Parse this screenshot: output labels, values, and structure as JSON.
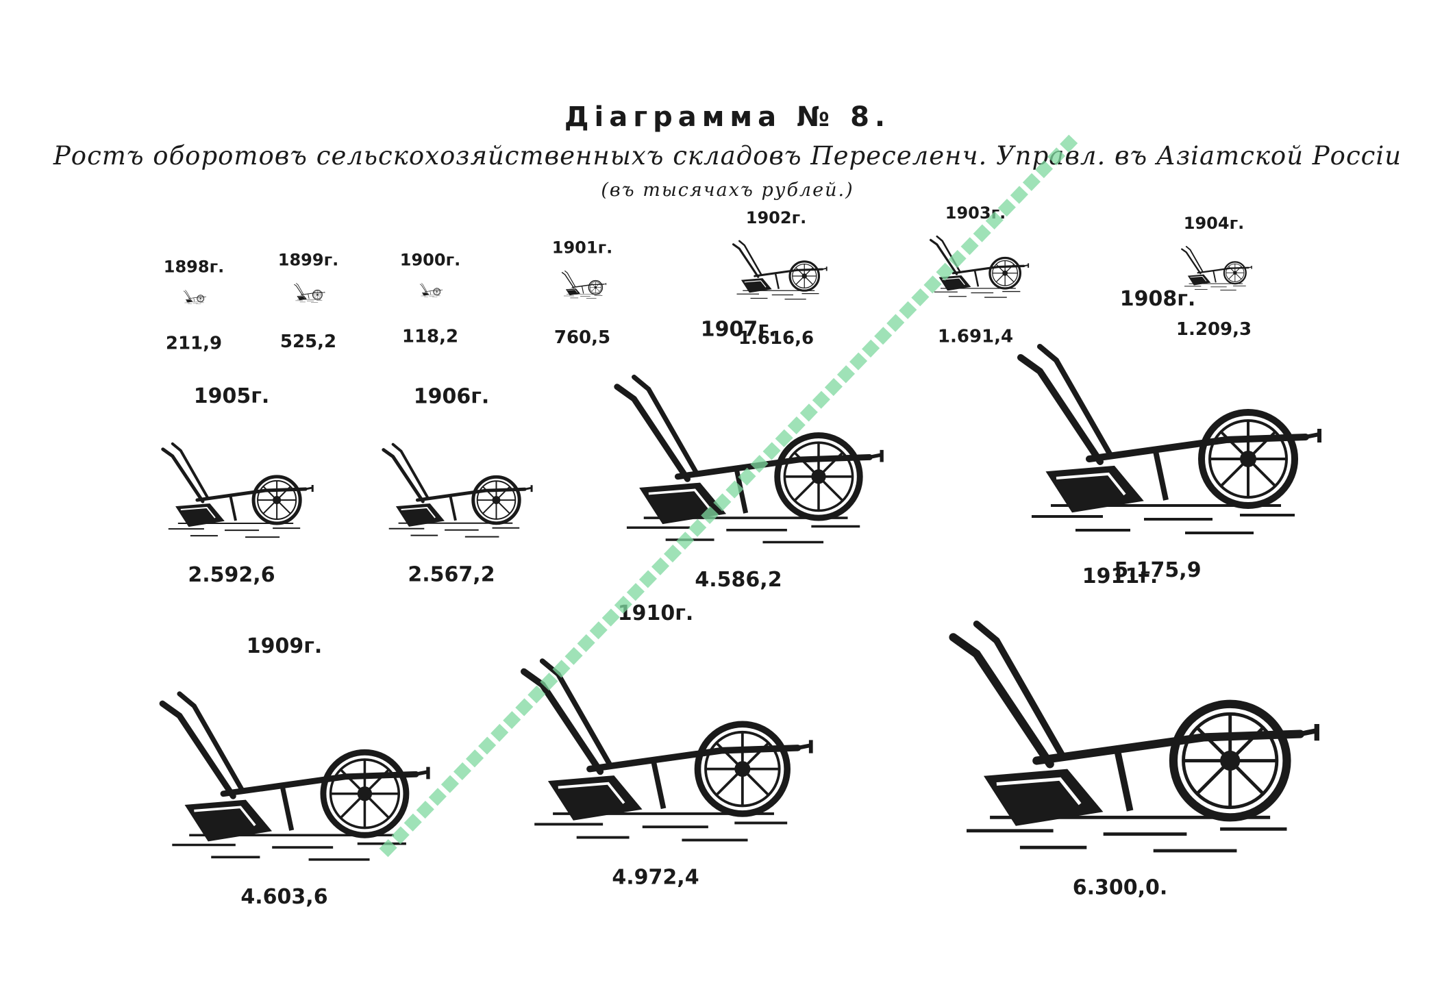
{
  "header": {
    "title": "Діаграмма № 8.",
    "subtitle": "Ростъ оборотовъ сельскохозяйственныхъ складовъ Переселенч. Управл. въ Азіатской Россіи",
    "units": "(въ тысячахъ рублей.)"
  },
  "colors": {
    "ink": "#1a1a1a",
    "watermark": "#7fd9a0",
    "paper": "#ffffff"
  },
  "icon": "plough-icon",
  "chart_data": {
    "type": "pictogram",
    "title": "Діаграмма № 8.",
    "subtitle": "Ростъ оборотовъ сельскохозяйственныхъ складовъ Переселенч. Управл. въ Азіатской Россіи",
    "unit": "(въ тысячахъ рублей.)",
    "categories": [
      "1898г.",
      "1899г.",
      "1900г.",
      "1901г.",
      "1902г.",
      "1903г.",
      "1904г.",
      "1905г.",
      "1906г.",
      "1907г.",
      "1908г.",
      "1909г.",
      "1910г.",
      "1911г."
    ],
    "values": [
      211.9,
      525.2,
      118.2,
      760.5,
      1616.6,
      1691.4,
      1209.3,
      2592.6,
      2567.2,
      4586.2,
      5175.9,
      4603.6,
      4972.4,
      6300.0
    ],
    "value_labels": [
      "211,9",
      "525,2",
      "118,2",
      "760,5",
      "1.616,6",
      "1.691,4",
      "1.209,3",
      "2.592,6",
      "2.567,2",
      "4.586,2",
      "5.175,9",
      "4.603,6",
      "4.972,4",
      "6.300,0."
    ]
  }
}
